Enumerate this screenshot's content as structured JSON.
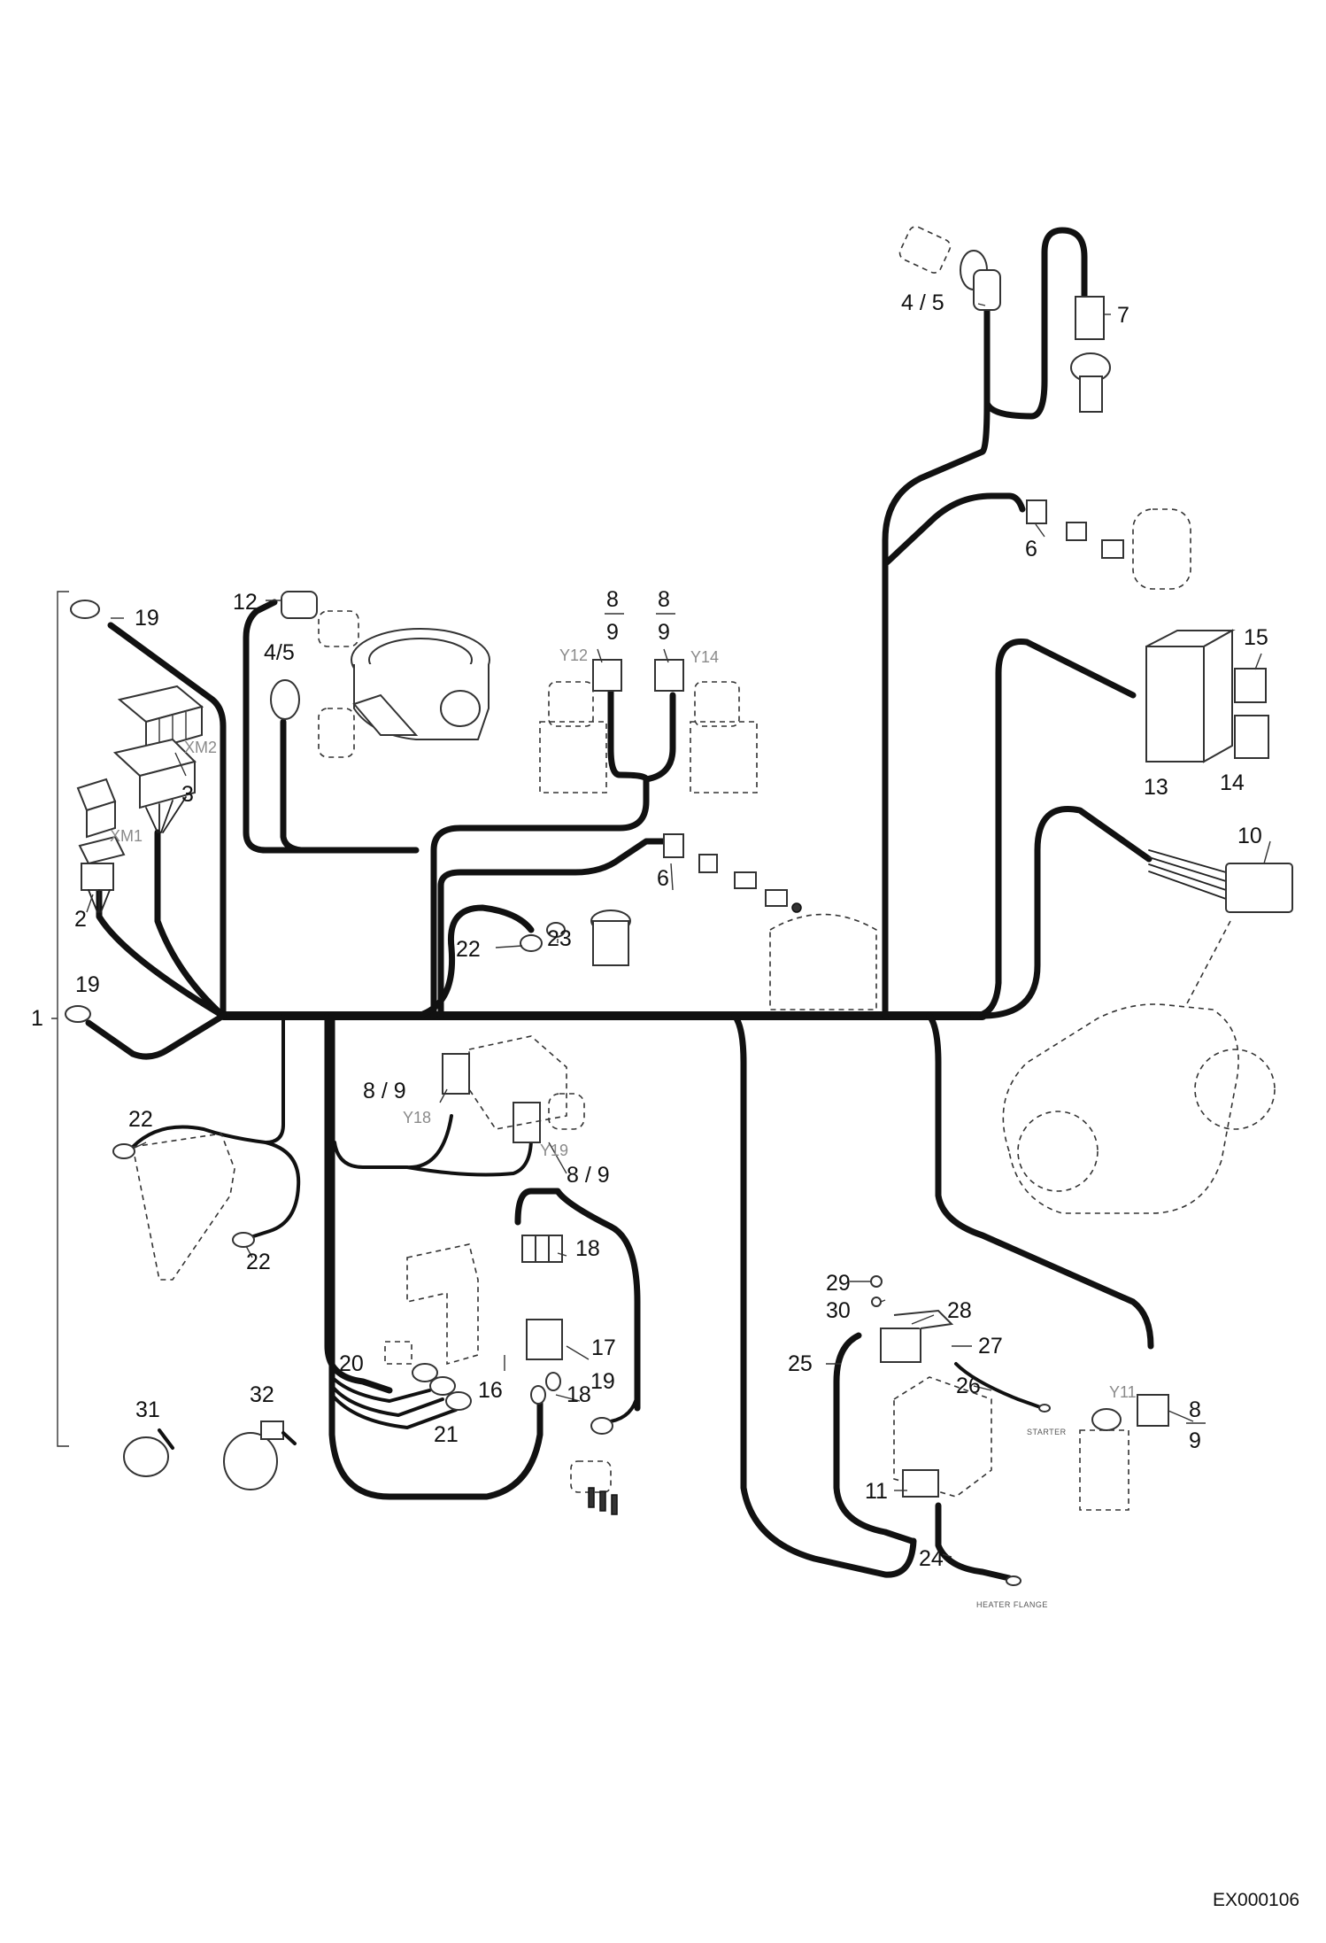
{
  "drawing_code": "EX000106",
  "callouts": {
    "c1": "1",
    "c2": "2",
    "c3": "3",
    "c45_top": "4 / 5",
    "c45_left": "4/5",
    "c6_top": "6",
    "c6_mid": "6",
    "c7": "7",
    "c8_top_a": "8",
    "c9_top_a": "9",
    "c8_top_b": "8",
    "c9_top_b": "9",
    "c89_y18": "8 / 9",
    "c89_y19": "8 / 9",
    "c8_y11": "8",
    "c9_y11": "9",
    "c10": "10",
    "c11": "11",
    "c12": "12",
    "c13": "13",
    "c14": "14",
    "c15": "15",
    "c16": "16",
    "c17": "17",
    "c18_top": "18",
    "c18_bot": "18",
    "c19_top": "19",
    "c19_mid": "19",
    "c19_bot": "19",
    "c20": "20",
    "c21": "21",
    "c22_center": "22",
    "c22_left": "22",
    "c22_low": "22",
    "c23": "23",
    "c24": "24",
    "c25": "25",
    "c26": "26",
    "c27": "27",
    "c28": "28",
    "c29": "29",
    "c30": "30",
    "c31": "31",
    "c32": "32"
  },
  "references": {
    "xm1": "XM1",
    "xm2": "XM2",
    "y11": "Y11",
    "y12": "Y12",
    "y14": "Y14",
    "y18": "Y18",
    "y19": "Y19"
  },
  "annotations": {
    "starter": "STARTER",
    "heater_flange": "HEATER FLANGE"
  }
}
